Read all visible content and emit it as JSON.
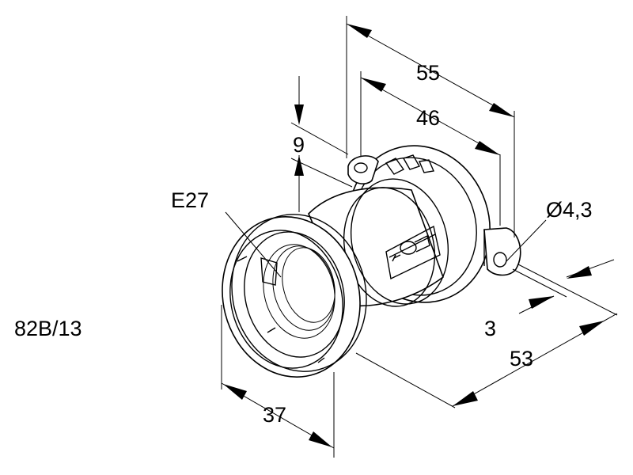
{
  "drawing": {
    "part_code": "82B/13",
    "socket_type": "E27",
    "dimensions": {
      "overall_length": "55",
      "body_length": "46",
      "lug_height": "9",
      "hole_diameter": "Ø4,3",
      "lug_thickness": "3",
      "mount_width": "53",
      "ring_diameter": "37"
    }
  }
}
